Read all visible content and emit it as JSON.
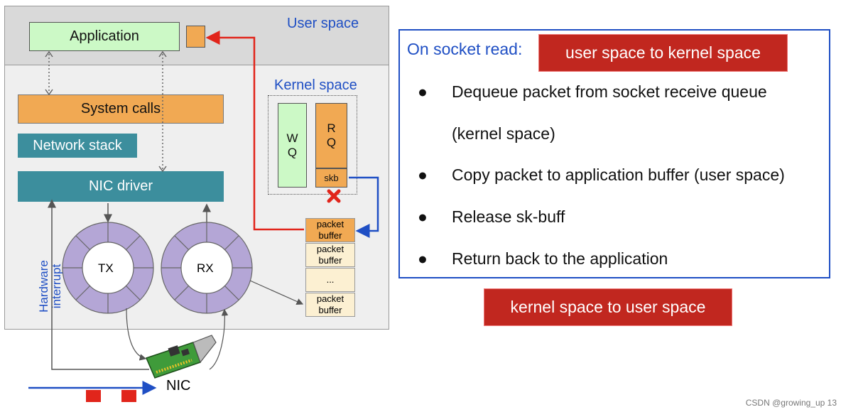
{
  "diagram": {
    "user_space_label": "User space",
    "kernel_space_label": "Kernel space",
    "application_label": "Application",
    "system_calls_label": "System calls",
    "network_stack_label": "Network stack",
    "nic_driver_label": "NIC driver",
    "wq_label_line1": "W",
    "wq_label_line2": "Q",
    "rq_label_line1": "R",
    "rq_label_line2": "Q",
    "skb_label": "skb",
    "tx_label": "TX",
    "rx_label": "RX",
    "nic_label": "NIC",
    "hardware_interrupt_line1": "Hardware",
    "hardware_interrupt_line2": "interrupt",
    "packet_buffers": [
      {
        "line1": "packet",
        "line2": "buffer"
      },
      {
        "line1": "packet",
        "line2": "buffer"
      },
      {
        "line1": "...",
        "line2": ""
      },
      {
        "line1": "packet",
        "line2": "buffer"
      }
    ]
  },
  "panel": {
    "heading": "On socket read:",
    "tag_top": "user space to kernel space",
    "bullets": [
      "Dequeue packet from socket receive queue",
      "(kernel space)",
      "Copy packet to application buffer (user space)",
      "Release sk-buff",
      "Return back to the application"
    ],
    "bullet_symbol": "●",
    "tag_bottom": "kernel space to user space"
  },
  "watermark": "CSDN @growing_up 13",
  "colors": {
    "blue": "#1f4fc4",
    "red": "#c1271f",
    "orange": "#f1a953",
    "green": "#ccf9c6",
    "teal": "#3c8e9d",
    "ring": "#b4a6d6"
  }
}
